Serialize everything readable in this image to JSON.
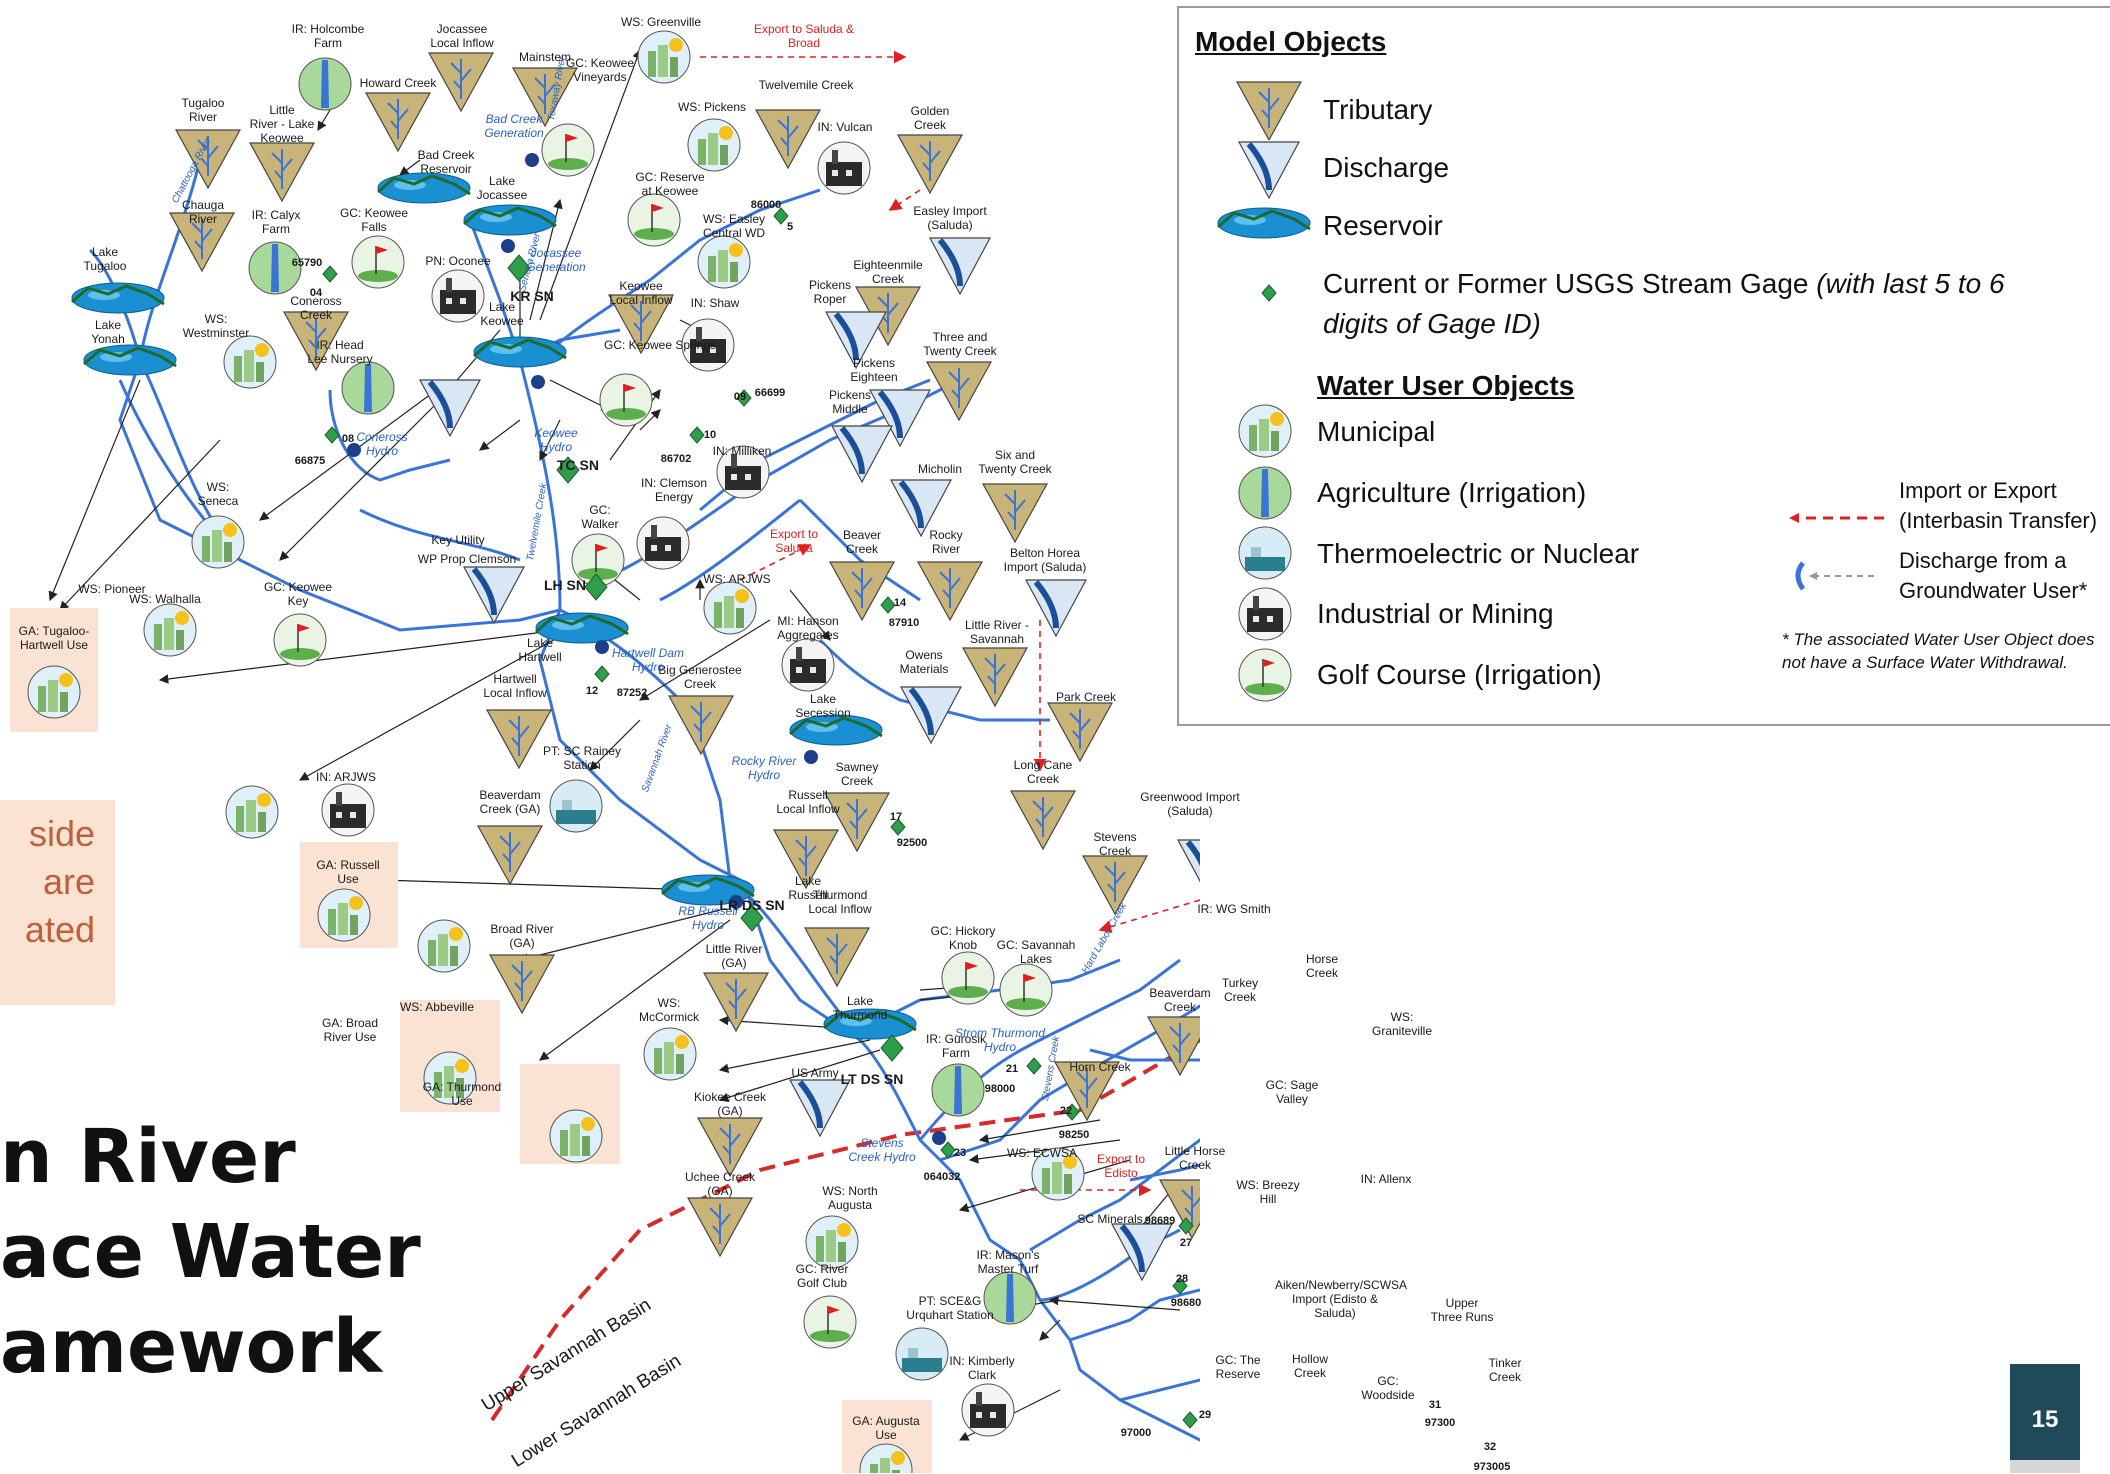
{
  "title_lines": [
    "n River",
    "ace Water",
    "amework"
  ],
  "side_note_lines": [
    "side",
    "are",
    "ated"
  ],
  "page_number": "15",
  "legend": {
    "model_heading": "Model Objects",
    "tributary": "Tributary",
    "discharge": "Discharge",
    "reservoir": "Reservoir",
    "gage": "Current or Former USGS Stream Gage",
    "gage_note_1": "(with last 5 to 6",
    "gage_note_2": "digits of Gage ID)",
    "water_user_heading": "Water User Objects",
    "municipal": "Municipal",
    "agriculture": "Agriculture (Irrigation)",
    "thermo": "Thermoelectric or Nuclear",
    "industrial": "Industrial or Mining",
    "golf": "Golf Course (Irrigation)",
    "import_export_1": "Import or Export",
    "import_export_2": "(Interbasin Transfer)",
    "gw_discharge_1": "Discharge from a",
    "gw_discharge_2": "Groundwater User*",
    "footnote_1": "* The associated Water User Object does",
    "footnote_2": "not have a Surface Water Withdrawal."
  },
  "basins": {
    "upper": "Upper Savannah Basin",
    "lower": "Lower Savannah Basin"
  },
  "colors": {
    "river": "#3a74d6",
    "tributary": "#c8b478",
    "reservoir": "#1a8fd1",
    "gage": "#2e9e4a",
    "transfer": "#e02020",
    "use_box": "#fbe3d4"
  },
  "nodes": {
    "tributaries": [
      {
        "id": "jocassee",
        "label": [
          "Jocassee",
          "Local Inflow"
        ]
      },
      {
        "id": "mainstem",
        "label": [
          "Mainstem"
        ]
      },
      {
        "id": "howard",
        "label": [
          "Howard Creek"
        ]
      },
      {
        "id": "tugaloo_river",
        "label": [
          "Tugaloo",
          "River"
        ]
      },
      {
        "id": "little_river_keowee",
        "label": [
          "Little",
          "River - Lake",
          "Keowee"
        ]
      },
      {
        "id": "chauga",
        "label": [
          "Chauga",
          "River"
        ]
      },
      {
        "id": "coneross",
        "label": [
          "Coneross",
          "Creek"
        ]
      },
      {
        "id": "twelvemile",
        "label": [
          "Twelvemile Creek"
        ]
      },
      {
        "id": "golden",
        "label": [
          "Golden",
          "Creek"
        ]
      },
      {
        "id": "eighteenmile",
        "label": [
          "Eighteenmile",
          "Creek"
        ]
      },
      {
        "id": "keowee_local",
        "label": [
          "Keowee",
          "Local Inflow"
        ]
      },
      {
        "id": "three_twenty",
        "label": [
          "Three and",
          "Twenty Creek"
        ]
      },
      {
        "id": "six_twenty",
        "label": [
          "Six and",
          "Twenty Creek"
        ]
      },
      {
        "id": "beaver",
        "label": [
          "Beaver",
          "Creek"
        ]
      },
      {
        "id": "rocky",
        "label": [
          "Rocky",
          "River"
        ]
      },
      {
        "id": "little_river_sav",
        "label": [
          "Little River -",
          "Savannah"
        ]
      },
      {
        "id": "hartwell_local",
        "label": [
          "Hartwell",
          "Local Inflow"
        ]
      },
      {
        "id": "big_generostee",
        "label": [
          "Big Generostee",
          "Creek"
        ]
      },
      {
        "id": "park",
        "label": [
          "Park Creek"
        ]
      },
      {
        "id": "sawney",
        "label": [
          "Sawney",
          "Creek"
        ]
      },
      {
        "id": "long_cane",
        "label": [
          "Long Cane",
          "Creek"
        ]
      },
      {
        "id": "russell_local",
        "label": [
          "Russell",
          "Local Inflow"
        ]
      },
      {
        "id": "beaverdam_ga",
        "label": [
          "Beaverdam",
          "Creek (GA)"
        ]
      },
      {
        "id": "stevens",
        "label": [
          "Stevens",
          "Creek"
        ]
      },
      {
        "id": "broad_river",
        "label": [
          "Broad River",
          "(GA)"
        ]
      },
      {
        "id": "thurmond_local",
        "label": [
          "Thurmond",
          "Local Inflow"
        ]
      },
      {
        "id": "little_river_ga",
        "label": [
          "Little River",
          "(GA)"
        ]
      },
      {
        "id": "turkey",
        "label": [
          "Turkey",
          "Creek"
        ]
      },
      {
        "id": "horse",
        "label": [
          "Horse",
          "Creek"
        ]
      },
      {
        "id": "beaverdam",
        "label": [
          "Beaverdam",
          "Creek"
        ]
      },
      {
        "id": "horn",
        "label": [
          "Horn Creek"
        ]
      },
      {
        "id": "kiokee",
        "label": [
          "Kiokee Creek",
          "(GA)"
        ]
      },
      {
        "id": "uchee",
        "label": [
          "Uchee Creek",
          "(GA)"
        ]
      },
      {
        "id": "little_horse",
        "label": [
          "Little Horse",
          "Creek"
        ]
      },
      {
        "id": "hollow",
        "label": [
          "Hollow",
          "Creek"
        ]
      },
      {
        "id": "upper_three_runs",
        "label": [
          "Upper",
          "Three Runs"
        ]
      },
      {
        "id": "tinker",
        "label": [
          "Tinker",
          "Creek"
        ]
      }
    ],
    "discharges": [
      {
        "id": "easley_import",
        "label": [
          "Easley Import",
          "(Saluda)"
        ]
      },
      {
        "id": "pickens_roper",
        "label": [
          "Pickens",
          "Roper"
        ]
      },
      {
        "id": "pickens_eighteen",
        "label": [
          "Pickens",
          "Eighteen"
        ]
      },
      {
        "id": "pickens_middle",
        "label": [
          "Pickens",
          "Middle"
        ]
      },
      {
        "id": "key_utility",
        "label": [
          "Key Utility"
        ]
      },
      {
        "id": "micholin",
        "label": [
          "Micholin"
        ]
      },
      {
        "id": "wp_prop",
        "label": [
          "WP Prop Clemson"
        ]
      },
      {
        "id": "belton",
        "label": [
          "Belton Horea",
          "Import (Saluda)"
        ]
      },
      {
        "id": "owens",
        "label": [
          "Owens",
          "Materials"
        ]
      },
      {
        "id": "greenwood",
        "label": [
          "Greenwood Import",
          "(Saluda)"
        ]
      },
      {
        "id": "us_army",
        "label": [
          "US Army"
        ]
      },
      {
        "id": "sc_minerals",
        "label": [
          "SC Minerals"
        ]
      },
      {
        "id": "aiken_import",
        "label": [
          "Aiken/Newberry/SCWSA",
          "Import (Edisto & Saluda)"
        ]
      }
    ],
    "reservoirs": [
      {
        "id": "lake_tugaloo",
        "label": [
          "Lake",
          "Tugaloo"
        ]
      },
      {
        "id": "lake_yonah",
        "label": [
          "Lake",
          "Yonah"
        ]
      },
      {
        "id": "bad_creek",
        "label": [
          "Bad Creek",
          "Reservoir"
        ]
      },
      {
        "id": "lake_jocassee",
        "label": [
          "Lake",
          "Jocassee"
        ]
      },
      {
        "id": "lake_keowee",
        "label": [
          "Lake",
          "Keowee"
        ]
      },
      {
        "id": "lake_hartwell",
        "label": [
          "Lake",
          "Hartwell"
        ]
      },
      {
        "id": "lake_secession",
        "label": [
          "Lake",
          "Secession"
        ]
      },
      {
        "id": "lake_russell",
        "label": [
          "Lake",
          "Russell"
        ]
      },
      {
        "id": "lake_thurmond",
        "label": [
          "Lake",
          "Thurmond"
        ]
      }
    ],
    "municipal": [
      {
        "id": "ws_greenville",
        "label": [
          "WS: Greenville"
        ]
      },
      {
        "id": "ws_pickens",
        "label": [
          "WS: Pickens"
        ]
      },
      {
        "id": "ws_easley",
        "label": [
          "WS: Easley",
          "Central WD"
        ]
      },
      {
        "id": "ws_westminster",
        "label": [
          "WS:",
          "Westminster"
        ]
      },
      {
        "id": "ws_seneca",
        "label": [
          "WS:",
          "Seneca"
        ]
      },
      {
        "id": "ws_walhalla",
        "label": [
          "WS: Walhalla"
        ]
      },
      {
        "id": "ws_arjws",
        "label": [
          "WS: ARJWS"
        ]
      },
      {
        "id": "ws_pioneer",
        "label": [
          "WS: Pioneer"
        ]
      },
      {
        "id": "ws_abbeville",
        "label": [
          "WS: Abbeville"
        ]
      },
      {
        "id": "ws_mccormick",
        "label": [
          "WS:",
          "McCormick"
        ]
      },
      {
        "id": "ws_ecwsa",
        "label": [
          "WS: ECWSA"
        ]
      },
      {
        "id": "ws_north_augusta",
        "label": [
          "WS: North",
          "Augusta"
        ]
      },
      {
        "id": "ws_beech_island",
        "label": [
          "WS: Breezy",
          "Hill"
        ]
      },
      {
        "id": "ws_graniteville",
        "label": [
          "WS:",
          "Graniteville"
        ]
      }
    ],
    "agriculture": [
      {
        "id": "ir_holcombe",
        "label": [
          "IR: Holcombe",
          "Farm"
        ]
      },
      {
        "id": "ir_calyx",
        "label": [
          "IR: Calyx",
          "Farm"
        ]
      },
      {
        "id": "ir_head",
        "label": [
          "IR: Head",
          "Lee Nursery"
        ]
      },
      {
        "id": "ir_gurosik",
        "label": [
          "IR: Gurosik",
          "Farm"
        ]
      },
      {
        "id": "ir_wg_smith",
        "label": [
          "IR: WG Smith"
        ]
      },
      {
        "id": "ir_masons",
        "label": [
          "IR: Mason's",
          "Master Turf"
        ]
      }
    ],
    "thermo": [
      {
        "id": "pt_rainey",
        "label": [
          "PT: SC Rainey",
          "Station"
        ]
      },
      {
        "id": "pt_urquhart",
        "label": [
          "PT: SCE&G",
          "Urquhart Station"
        ]
      }
    ],
    "industrial": [
      {
        "id": "pn_oconee",
        "label": [
          "PN: Oconee"
        ]
      },
      {
        "id": "in_vulcan",
        "label": [
          "IN: Vulcan"
        ]
      },
      {
        "id": "in_shaw",
        "label": [
          "IN: Shaw"
        ]
      },
      {
        "id": "in_milliken",
        "label": [
          "IN: Milliken"
        ]
      },
      {
        "id": "in_clemson",
        "label": [
          "IN: Clemson",
          "Energy"
        ]
      },
      {
        "id": "mi_hanson",
        "label": [
          "MI: Hanson",
          "Aggregates"
        ]
      },
      {
        "id": "in_arjws",
        "label": [
          "IN: ARJWS"
        ]
      },
      {
        "id": "in_kimberly",
        "label": [
          "IN: Kimberly",
          "Clark"
        ]
      },
      {
        "id": "in_allenx",
        "label": [
          "IN: Allenx"
        ]
      }
    ],
    "golf": [
      {
        "id": "gc_keowee_vineyards",
        "label": [
          "GC: Keowee",
          "Vineyards"
        ]
      },
      {
        "id": "gc_reserve_keowee",
        "label": [
          "GC: Reserve",
          "at Keowee"
        ]
      },
      {
        "id": "gc_keowee_falls",
        "label": [
          "GC: Keowee",
          "Falls"
        ]
      },
      {
        "id": "gc_keowee_springs",
        "label": [
          "GC: Keowee Springs"
        ]
      },
      {
        "id": "gc_walker",
        "label": [
          "GC:",
          "Walker"
        ]
      },
      {
        "id": "gc_keowee_key",
        "label": [
          "GC: Keowee",
          "Key"
        ]
      },
      {
        "id": "gc_hickory",
        "label": [
          "GC: Hickory",
          "Knob"
        ]
      },
      {
        "id": "gc_savannah_lakes",
        "label": [
          "GC: Savannah",
          "Lakes"
        ]
      },
      {
        "id": "gc_sage",
        "label": [
          "GC: Sage",
          "Valley"
        ]
      },
      {
        "id": "gc_river_golf",
        "label": [
          "GC: River",
          "Golf Club"
        ]
      },
      {
        "id": "gc_reserve",
        "label": [
          "GC: The",
          "Reserve"
        ]
      },
      {
        "id": "gc_woodside",
        "label": [
          "GC:",
          "Woodside"
        ]
      }
    ],
    "use_boxes": [
      {
        "id": "ga_tugaloo",
        "label": [
          "GA: Tugaloo-",
          "Hartwell Use"
        ]
      },
      {
        "id": "ga_russell",
        "label": [
          "GA: Russell",
          "Use"
        ]
      },
      {
        "id": "ga_broad",
        "label": [
          "GA: Broad",
          "River Use"
        ]
      },
      {
        "id": "ga_thurmond",
        "label": [
          "GA: Thurmond",
          "Use"
        ]
      },
      {
        "id": "ga_augusta",
        "label": [
          "GA: Augusta",
          "Use"
        ]
      }
    ]
  },
  "hydro_labels": {
    "bad_creek_gen": [
      "Bad Creek",
      "Generation"
    ],
    "jocassee_gen": [
      "Jocassee",
      "Generation"
    ],
    "keowee_hydro": [
      "Keowee",
      "Hydro"
    ],
    "coneross_hydro": [
      "Coneross",
      "Hydro"
    ],
    "hartwell_dam": [
      "Hartwell Dam",
      "Hydro"
    ],
    "rocky_river_hydro": [
      "Rocky River",
      "Hydro"
    ],
    "russell_hydro": [
      "RB Russell",
      "Hydro"
    ],
    "thurmond_hydro": [
      "Strom Thurmond Hydro"
    ],
    "stevens_hydro": [
      "Stevens",
      "Creek Hydro"
    ]
  },
  "gages": {
    "g05": "5",
    "g86000": "86000",
    "g04": "04",
    "g65790": "65790",
    "g08": "08",
    "g66875": "66875",
    "g09": "09",
    "g66699": "66699",
    "g10": "10",
    "g86702": "86702",
    "g12": "12",
    "g87252": "87252",
    "g14": "14",
    "g87910": "87910",
    "g17": "17",
    "g92500": "92500",
    "g21": "21",
    "g98000": "98000",
    "g22": "22",
    "g98250": "98250",
    "g23": "23",
    "g064032": "064032",
    "g27": "27",
    "g98689": "98689",
    "g28": "28",
    "g98680": "98680",
    "g29": "29",
    "g97000": "97000",
    "g31": "31",
    "g97300": "97300",
    "g32": "32",
    "g973005": "973005"
  },
  "structures": {
    "kr_sn": "KR SN",
    "tc_sn": "TC SN",
    "lh_sn": "LH SN",
    "lr_ds_sn": "LR DS SN",
    "lt_ds_sn": "LT DS SN"
  },
  "transfers": {
    "greenville_export": "Export to Saluda & Broad",
    "arjws_export": [
      "Export to",
      "Saluda"
    ],
    "ecwsa_export": [
      "Export to",
      "Edisto"
    ]
  },
  "river_names": {
    "chattooga": "Chattooga River",
    "toxaway": "Toxaway River",
    "seneca": "Seneca River",
    "twelve_mile": "Twelvemile Creek",
    "savannah": "Savannah River",
    "stevens": "Stevens Creek",
    "hard_labor": "Hard Labor Creek"
  }
}
